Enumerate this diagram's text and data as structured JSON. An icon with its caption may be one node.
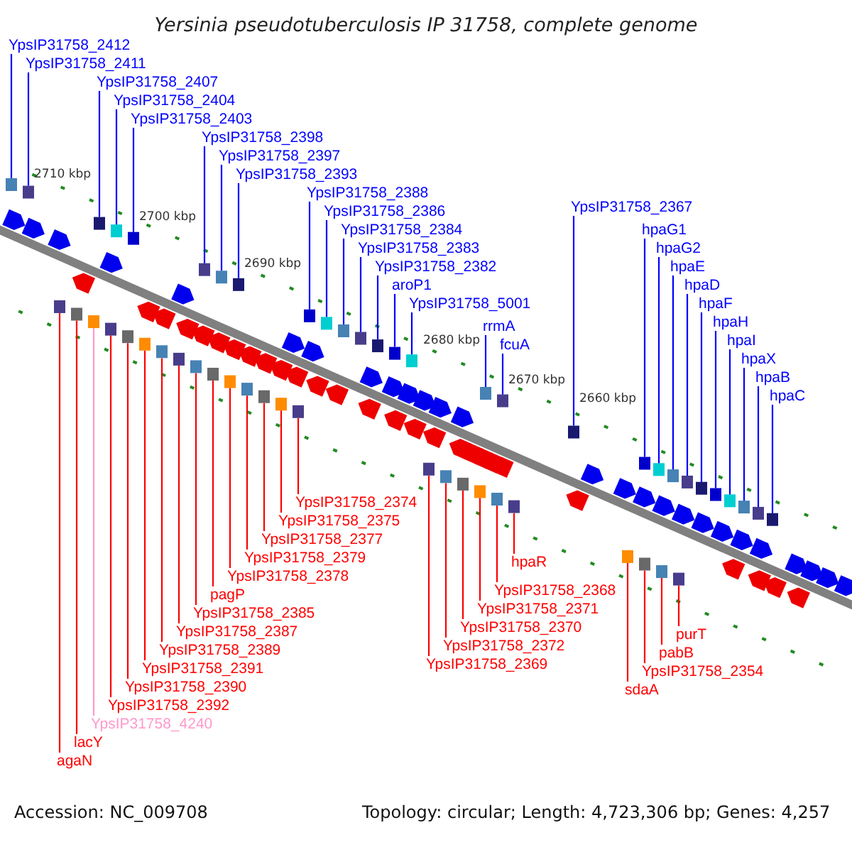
{
  "diagram": {
    "title": "Yersinia pseudotuberculosis IP 31758, complete genome",
    "nodes": [
      {
        "text": [
          "YpsIP31758_2412"
        ]
      },
      {
        "text": [
          "YpsIP31758_2411"
        ]
      },
      {
        "text": [
          "YpsIP31758_2407"
        ]
      },
      {
        "text": [
          "YpsIP31758_2403"
        ]
      },
      {
        "text": [
          "YpsIP31758_2404"
        ]
      },
      {
        "text": [
          "YpsIP31758_2397"
        ]
      },
      {
        "text": [
          "YpsIP31758_2398"
        ]
      },
      {
        "text": [
          "YpsIP31758_2393"
        ]
      },
      {
        "text": [
          "YpsIP31758_2388"
        ]
      },
      {
        "text": [
          "YpsIP31758_2386"
        ]
      },
      {
        "text": [
          "YpsIP31758_2384"
        ]
      },
      {
        "text": [
          "YpsIP31758_2383"
        ]
      },
      {
        "text": [
          "YpsIP31758_2382"
        ]
      },
      {
        "text": [
          "aroP1"
        ]
      },
      {
        "text": [
          "YpsIP31758_5001"
        ]
      },
      {
        "text": [
          "rrmA"
        ]
      },
      {
        "text": [
          "fcuA"
        ]
      },
      {
        "text": [
          "YpsIP31758_2367"
        ]
      },
      {
        "text": [
          "hpaG1"
        ]
      },
      {
        "text": [
          "hpaG2"
        ]
      },
      {
        "text": [
          "hpaE"
        ]
      },
      {
        "text": [
          "hpaD"
        ]
      },
      {
        "text": [
          "hpaF"
        ]
      },
      {
        "text": [
          "hpaH"
        ]
      },
      {
        "text": [
          "hpaI"
        ]
      },
      {
        "text": [
          "hpaX"
        ]
      },
      {
        "text": [
          "hpaB"
        ]
      },
      {
        "text": [
          "hpaC"
        ]
      },
      {
        "text": [
          "agaN"
        ]
      },
      {
        "text": [
          "lacY"
        ]
      },
      {
        "text": [
          "YpsIP31758_4240"
        ]
      },
      {
        "text": [
          "YpsIP31758_2389"
        ]
      },
      {
        "text": [
          "YpsIP31758_2387"
        ]
      },
      {
        "text": [
          "YpsIP31758_2390"
        ]
      },
      {
        "text": [
          "YpsIP31758_2391"
        ]
      },
      {
        "text": [
          "YpsIP31758_2385"
        ]
      },
      {
        "text": [
          "YpsIP31758_2392"
        ]
      },
      {
        "text": [
          "pagP"
        ]
      },
      {
        "text": [
          "YpsIP31758_2378"
        ]
      },
      {
        "text": [
          "YpsIP31758_2379"
        ]
      },
      {
        "text": [
          "YpsIP31758_2374"
        ]
      },
      {
        "text": [
          "YpsIP31758_2377"
        ]
      },
      {
        "text": [
          "YpsIP31758_2375"
        ]
      },
      {
        "text": [
          "YpsIP31758_2372"
        ]
      },
      {
        "text": [
          "YpsIP31758_2369"
        ]
      },
      {
        "text": [
          "YpsIP31758_2370"
        ]
      },
      {
        "text": [
          "YpsIP31758_2371"
        ]
      },
      {
        "text": [
          "YpsIP31758_2368"
        ]
      },
      {
        "text": [
          "hpaR"
        ]
      },
      {
        "text": [
          "YpsIP31758_2354"
        ]
      },
      {
        "text": [
          "sdaA"
        ]
      },
      {
        "text": [
          "pabB"
        ]
      },
      {
        "text": [
          "purT"
        ]
      },
      {
        "text": [],
        "shape": "box"
      },
      {
        "text": [],
        "shape": "box"
      },
      {
        "text": [],
        "shape": "box"
      },
      {
        "text": [],
        "shape": "box"
      },
      {
        "text": [],
        "shape": "box"
      },
      {
        "text": [],
        "shape": "box"
      },
      {
        "text": [],
        "shape": "box"
      },
      {
        "text": [],
        "shape": "box"
      },
      {
        "text": [],
        "shape": "box"
      },
      {
        "text": [],
        "shape": "box"
      },
      {
        "text": [],
        "shape": "box"
      },
      {
        "text": [],
        "shape": "box"
      },
      {
        "text": [],
        "shape": "box"
      },
      {
        "text": [],
        "shape": "box"
      },
      {
        "text": [],
        "shape": "box"
      },
      {
        "text": [],
        "shape": "box"
      },
      {
        "text": [],
        "shape": "box"
      },
      {
        "text": [],
        "shape": "box"
      },
      {
        "text": [],
        "shape": "box"
      },
      {
        "text": [],
        "shape": "box"
      },
      {
        "text": [],
        "shape": "box"
      },
      {
        "text": [],
        "shape": "box"
      },
      {
        "text": [],
        "shape": "box"
      },
      {
        "text": [],
        "shape": "box"
      },
      {
        "text": [],
        "shape": "box"
      },
      {
        "text": [],
        "shape": "box"
      },
      {
        "text": [],
        "shape": "box"
      },
      {
        "text": [],
        "shape": "box"
      },
      {
        "text": [],
        "shape": "box"
      },
      {
        "text": [],
        "shape": "box"
      },
      {
        "text": [],
        "shape": "box"
      },
      {
        "text": [],
        "shape": "box"
      },
      {
        "text": [],
        "shape": "box"
      },
      {
        "text": [],
        "shape": "box"
      },
      {
        "text": [],
        "shape": "box"
      },
      {
        "text": [],
        "shape": "box"
      },
      {
        "text": [],
        "shape": "box"
      },
      {
        "text": [],
        "shape": "box"
      },
      {
        "text": [],
        "shape": "box"
      },
      {
        "text": [],
        "shape": "box"
      },
      {
        "text": [],
        "shape": "box"
      },
      {
        "text": [],
        "shape": "box"
      },
      {
        "text": [],
        "shape": "box"
      },
      {
        "text": [],
        "shape": "box"
      },
      {
        "text": [],
        "shape": "box"
      },
      {
        "text": [],
        "shape": "box"
      },
      {
        "text": [],
        "shape": "box"
      },
      {
        "text": [],
        "shape": "box"
      },
      {
        "text": [],
        "shape": "box"
      },
      {
        "text": [],
        "shape": "box"
      },
      {
        "text": [],
        "shape": "box"
      },
      {
        "text": [],
        "shape": "box"
      },
      {
        "text": [],
        "shape": "box"
      }
    ],
    "edges": [
      {
        "from": 0,
        "to": 53,
        "arrow": "none"
      },
      {
        "from": 1,
        "to": 54,
        "arrow": "none"
      },
      {
        "from": 2,
        "to": 55,
        "arrow": "none"
      },
      {
        "from": 3,
        "to": 56,
        "arrow": "none"
      },
      {
        "from": 4,
        "to": 57,
        "arrow": "none"
      },
      {
        "from": 5,
        "to": 58,
        "arrow": "none"
      },
      {
        "from": 6,
        "to": 59,
        "arrow": "none"
      },
      {
        "from": 7,
        "to": 60,
        "arrow": "none"
      },
      {
        "from": 8,
        "to": 61,
        "arrow": "none"
      },
      {
        "from": 9,
        "to": 62,
        "arrow": "none"
      },
      {
        "from": 10,
        "to": 63,
        "arrow": "none"
      },
      {
        "from": 11,
        "to": 64,
        "arrow": "none"
      },
      {
        "from": 12,
        "to": 65,
        "arrow": "none"
      },
      {
        "from": 13,
        "to": 66,
        "arrow": "none"
      },
      {
        "from": 14,
        "to": 67,
        "arrow": "none"
      },
      {
        "from": 15,
        "to": 68,
        "arrow": "none"
      },
      {
        "from": 16,
        "to": 69,
        "arrow": "none"
      },
      {
        "from": 17,
        "to": 70,
        "arrow": "none"
      },
      {
        "from": 18,
        "to": 71,
        "arrow": "none"
      },
      {
        "from": 19,
        "to": 72,
        "arrow": "none"
      },
      {
        "from": 20,
        "to": 73,
        "arrow": "none"
      },
      {
        "from": 21,
        "to": 74,
        "arrow": "none"
      },
      {
        "from": 22,
        "to": 75,
        "arrow": "none"
      },
      {
        "from": 23,
        "to": 76,
        "arrow": "none"
      },
      {
        "from": 24,
        "to": 77,
        "arrow": "none"
      },
      {
        "from": 25,
        "to": 78,
        "arrow": "none"
      },
      {
        "from": 26,
        "to": 79,
        "arrow": "none"
      },
      {
        "from": 27,
        "to": 80,
        "arrow": "none"
      },
      {
        "from": 28,
        "to": 81,
        "arrow": "none",
        "color": "#ff0000"
      },
      {
        "from": 29,
        "to": 82,
        "arrow": "none",
        "color": "#ff0000"
      },
      {
        "from": 30,
        "to": 83,
        "arrow": "none",
        "color": "#ff99cc"
      },
      {
        "from": 31,
        "to": 84,
        "arrow": "none",
        "color": "#ff0000"
      },
      {
        "from": 32,
        "to": 85,
        "arrow": "none",
        "color": "#ff0000"
      },
      {
        "from": 33,
        "to": 86,
        "arrow": "none",
        "color": "#ff0000"
      },
      {
        "from": 34,
        "to": 87,
        "arrow": "none",
        "color": "#ff0000"
      },
      {
        "from": 35,
        "to": 88,
        "arrow": "none",
        "color": "#ff0000"
      },
      {
        "from": 36,
        "to": 89,
        "arrow": "none",
        "color": "#ff0000"
      },
      {
        "from": 37,
        "to": 90,
        "arrow": "none",
        "color": "#ff0000"
      },
      {
        "from": 38,
        "to": 91,
        "arrow": "none",
        "color": "#ff0000"
      },
      {
        "from": 39,
        "to": 92,
        "arrow": "none",
        "color": "#ff0000"
      },
      {
        "from": 40,
        "to": 93,
        "arrow": "none",
        "color": "#ff0000"
      },
      {
        "from": 41,
        "to": 94,
        "arrow": "none",
        "color": "#ff0000"
      },
      {
        "from": 42,
        "to": 95,
        "arrow": "none",
        "color": "#ff0000"
      },
      {
        "from": 43,
        "to": 96,
        "arrow": "none",
        "color": "#ff0000"
      },
      {
        "from": 44,
        "to": 97,
        "arrow": "none",
        "color": "#ff0000"
      },
      {
        "from": 45,
        "to": 98,
        "arrow": "none",
        "color": "#ff0000"
      },
      {
        "from": 46,
        "to": 99,
        "arrow": "none",
        "color": "#ff0000"
      },
      {
        "from": 47,
        "to": 100,
        "arrow": "none",
        "color": "#ff0000"
      },
      {
        "from": 48,
        "to": 101,
        "arrow": "none",
        "color": "#ff0000"
      },
      {
        "from": 49,
        "to": 102,
        "arrow": "none",
        "color": "#ff0000"
      },
      {
        "from": 50,
        "to": 103,
        "arrow": "none",
        "color": "#ff0000"
      },
      {
        "from": 51,
        "to": 104,
        "arrow": "none",
        "color": "#ff0000"
      },
      {
        "from": 52,
        "to": 105,
        "arrow": "none",
        "color": "#ff0000"
      }
    ],
    "labels": [
      "2710 kbp",
      "2700 kbp",
      "2690 kbp",
      "2680 kbp",
      "2670 kbp",
      "2660 kbp",
      "Accession: NC_009708",
      "Topology: circular; Length: 4,723,306 bp; Genes: 4,257"
    ]
  }
}
